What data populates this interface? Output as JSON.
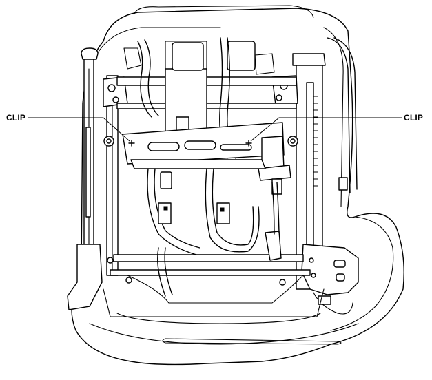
{
  "figure": {
    "callouts": [
      {
        "id": "left",
        "label": "CLIP"
      },
      {
        "id": "right",
        "label": "CLIP"
      }
    ]
  }
}
